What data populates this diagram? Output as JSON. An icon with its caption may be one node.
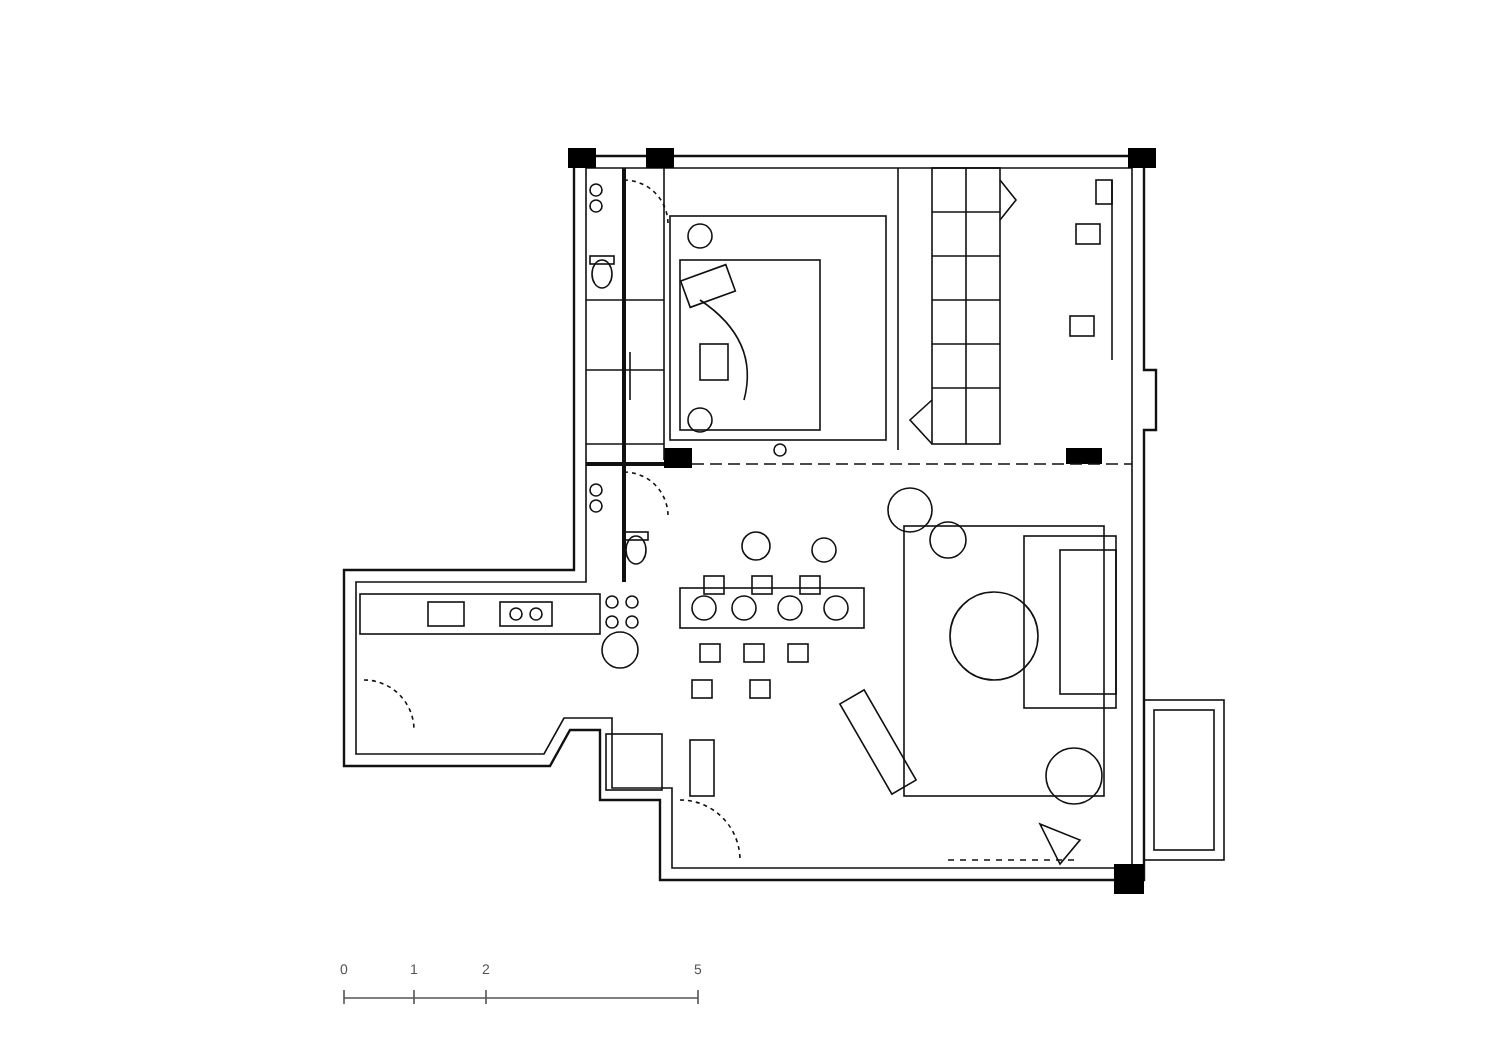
{
  "diagram": {
    "labels": [
      "0",
      "1",
      "2",
      "5"
    ]
  }
}
